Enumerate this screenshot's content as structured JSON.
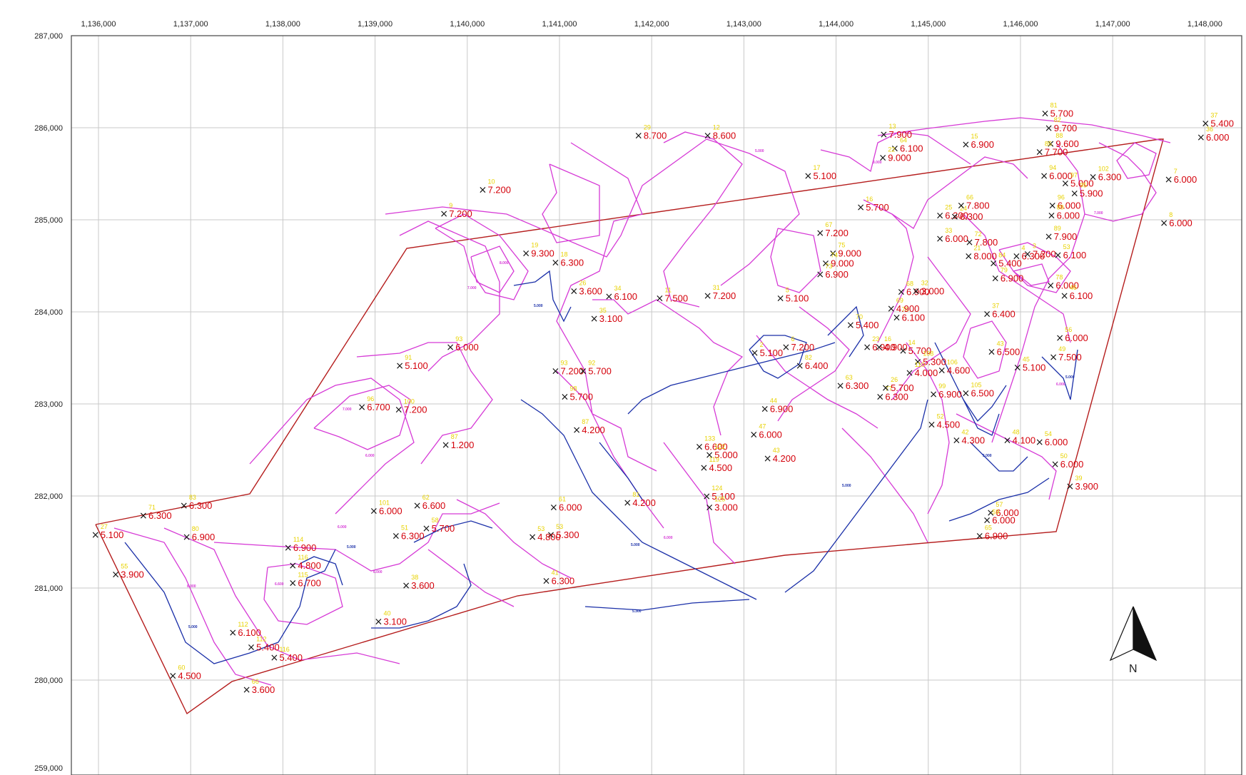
{
  "map": {
    "x_ticks": [
      "1,136,000",
      "1,137,000",
      "1,138,000",
      "1,139,000",
      "1,140,000",
      "1,141,000",
      "1,142,000",
      "1,143,000",
      "1,144,000",
      "1,145,000",
      "1,146,000",
      "1,147,000",
      "1,148,000"
    ],
    "y_ticks": [
      "287,000",
      "286,000",
      "285,000",
      "284,000",
      "283,000",
      "282,000",
      "281,000",
      "280,000",
      "259,000"
    ],
    "north_label": "N",
    "colors": {
      "grid": "#c9c9c9",
      "boundary": "#b51d1d",
      "contour_high": "#d63ad6",
      "contour_low": "#1a2fa8",
      "value": "#d4000a",
      "point_id": "#e8d200",
      "marker": "#111111"
    }
  },
  "chart_data": {
    "type": "scatter",
    "x_ticks": [
      1136000,
      1137000,
      1138000,
      1139000,
      1140000,
      1141000,
      1142000,
      1143000,
      1144000,
      1145000,
      1146000,
      1147000,
      1148000
    ],
    "points": [
      {
        "x": 1135960,
        "y": 281580,
        "label": "5.100",
        "id": "27"
      },
      {
        "x": 1136180,
        "y": 281150,
        "label": "3.900",
        "id": "55"
      },
      {
        "x": 1136480,
        "y": 281790,
        "label": "6.300",
        "id": "71"
      },
      {
        "x": 1136920,
        "y": 281900,
        "label": "6.300",
        "id": "83"
      },
      {
        "x": 1136950,
        "y": 281560,
        "label": "6.900",
        "id": "80"
      },
      {
        "x": 1136800,
        "y": 280050,
        "label": "4.500",
        "id": "60"
      },
      {
        "x": 1137600,
        "y": 279900,
        "label": "3.600",
        "id": "66"
      },
      {
        "x": 1137450,
        "y": 280520,
        "label": "6.100",
        "id": "112"
      },
      {
        "x": 1137650,
        "y": 280360,
        "label": "5.400",
        "id": "112"
      },
      {
        "x": 1137900,
        "y": 280250,
        "label": "5.400",
        "id": "116"
      },
      {
        "x": 1138050,
        "y": 281440,
        "label": "6.900",
        "id": "114"
      },
      {
        "x": 1138100,
        "y": 281250,
        "label": "4.800",
        "id": "116"
      },
      {
        "x": 1138100,
        "y": 281060,
        "label": "6.700",
        "id": "115"
      },
      {
        "x": 1138980,
        "y": 281840,
        "label": "6.000",
        "id": "101"
      },
      {
        "x": 1139220,
        "y": 281570,
        "label": "6.300",
        "id": "51"
      },
      {
        "x": 1139450,
        "y": 281900,
        "label": "6.600",
        "id": "62"
      },
      {
        "x": 1139550,
        "y": 281650,
        "label": "5.700",
        "id": "58"
      },
      {
        "x": 1139330,
        "y": 281030,
        "label": "3.600",
        "id": "38"
      },
      {
        "x": 1139030,
        "y": 280640,
        "label": "3.100",
        "id": "40"
      },
      {
        "x": 1138850,
        "y": 282970,
        "label": "6.700",
        "id": "96"
      },
      {
        "x": 1139250,
        "y": 282940,
        "label": "7.200",
        "id": "100"
      },
      {
        "x": 1139260,
        "y": 283420,
        "label": "5.100",
        "id": "91"
      },
      {
        "x": 1139760,
        "y": 282560,
        "label": "1.200",
        "id": "87"
      },
      {
        "x": 1139810,
        "y": 283620,
        "label": "6.000",
        "id": "93"
      },
      {
        "x": 1139740,
        "y": 285070,
        "label": "7.200",
        "id": "9"
      },
      {
        "x": 1140160,
        "y": 285330,
        "label": "7.200",
        "id": "10"
      },
      {
        "x": 1140630,
        "y": 284640,
        "label": "9.300",
        "id": "19"
      },
      {
        "x": 1140950,
        "y": 284540,
        "label": "6.300",
        "id": "18"
      },
      {
        "x": 1141150,
        "y": 284230,
        "label": "3.600",
        "id": "26"
      },
      {
        "x": 1141530,
        "y": 284170,
        "label": "6.100",
        "id": "34"
      },
      {
        "x": 1141370,
        "y": 283930,
        "label": "3.100",
        "id": "35"
      },
      {
        "x": 1140950,
        "y": 283360,
        "label": "7.200",
        "id": "93"
      },
      {
        "x": 1141250,
        "y": 283360,
        "label": "5.700",
        "id": "92"
      },
      {
        "x": 1141050,
        "y": 283080,
        "label": "5.700",
        "id": "98"
      },
      {
        "x": 1141180,
        "y": 282720,
        "label": "4.200",
        "id": "87"
      },
      {
        "x": 1140930,
        "y": 281880,
        "label": "6.000",
        "id": "61"
      },
      {
        "x": 1140900,
        "y": 281580,
        "label": "5.300",
        "id": "53"
      },
      {
        "x": 1140700,
        "y": 281560,
        "label": "4.800",
        "id": "53"
      },
      {
        "x": 1140850,
        "y": 281080,
        "label": "6.300",
        "id": "41"
      },
      {
        "x": 1141730,
        "y": 281930,
        "label": "4.200",
        "id": "81"
      },
      {
        "x": 1142080,
        "y": 284150,
        "label": "7.500",
        "id": "11"
      },
      {
        "x": 1141850,
        "y": 285920,
        "label": "8.700",
        "id": "29"
      },
      {
        "x": 1142600,
        "y": 285920,
        "label": "8.600",
        "id": "12"
      },
      {
        "x": 1142600,
        "y": 284180,
        "label": "7.200",
        "id": "31"
      },
      {
        "x": 1142510,
        "y": 282540,
        "label": "6.600",
        "id": "133"
      },
      {
        "x": 1142620,
        "y": 282450,
        "label": "5.000",
        "id": "122"
      },
      {
        "x": 1142560,
        "y": 282310,
        "label": "4.500",
        "id": "119"
      },
      {
        "x": 1142590,
        "y": 282000,
        "label": "5.100",
        "id": "124"
      },
      {
        "x": 1142620,
        "y": 281880,
        "label": "3.000",
        "id": "125"
      },
      {
        "x": 1143100,
        "y": 282670,
        "label": "6.000",
        "id": "47"
      },
      {
        "x": 1143250,
        "y": 282410,
        "label": "4.200",
        "id": "43"
      },
      {
        "x": 1143220,
        "y": 282950,
        "label": "6.900",
        "id": "44"
      },
      {
        "x": 1143110,
        "y": 283560,
        "label": "5.100",
        "id": "2"
      },
      {
        "x": 1143450,
        "y": 283620,
        "label": "7.200",
        "id": "6"
      },
      {
        "x": 1143600,
        "y": 283420,
        "label": "6.400",
        "id": "82"
      },
      {
        "x": 1143390,
        "y": 284150,
        "label": "5.100",
        "id": "5"
      },
      {
        "x": 1143690,
        "y": 285480,
        "label": "5.100",
        "id": "17"
      },
      {
        "x": 1143820,
        "y": 284860,
        "label": "7.200",
        "id": "67"
      },
      {
        "x": 1143960,
        "y": 284640,
        "label": "9.000",
        "id": "75"
      },
      {
        "x": 1143880,
        "y": 284530,
        "label": "9.000",
        "id": "74"
      },
      {
        "x": 1143820,
        "y": 284410,
        "label": "6.900",
        "id": "73"
      },
      {
        "x": 1144040,
        "y": 283200,
        "label": "6.300",
        "id": "63"
      },
      {
        "x": 1144150,
        "y": 283860,
        "label": "5.400",
        "id": "70"
      },
      {
        "x": 1144330,
        "y": 283620,
        "label": "6.900",
        "id": "23"
      },
      {
        "x": 1144460,
        "y": 283620,
        "label": "4.900",
        "id": "16"
      },
      {
        "x": 1144720,
        "y": 283580,
        "label": "5.700",
        "id": "14"
      },
      {
        "x": 1144470,
        "y": 283080,
        "label": "6.300",
        "id": "77"
      },
      {
        "x": 1144530,
        "y": 283180,
        "label": "5.700",
        "id": "26"
      },
      {
        "x": 1144650,
        "y": 283940,
        "label": "6.100",
        "id": "76"
      },
      {
        "x": 1144700,
        "y": 284220,
        "label": "6.900",
        "id": "68"
      },
      {
        "x": 1144860,
        "y": 284230,
        "label": "3.000",
        "id": "32"
      },
      {
        "x": 1144590,
        "y": 284040,
        "label": "4.900",
        "id": "69"
      },
      {
        "x": 1144260,
        "y": 285140,
        "label": "5.700",
        "id": "16"
      },
      {
        "x": 1144510,
        "y": 285930,
        "label": "7.900",
        "id": "13"
      },
      {
        "x": 1144630,
        "y": 285780,
        "label": "6.100",
        "id": "64"
      },
      {
        "x": 1144500,
        "y": 285680,
        "label": "9.000",
        "id": "22"
      },
      {
        "x": 1144880,
        "y": 283460,
        "label": "5.300",
        "id": "108"
      },
      {
        "x": 1144790,
        "y": 283340,
        "label": "4.000",
        "id": "110"
      },
      {
        "x": 1145140,
        "y": 283370,
        "label": "4.600",
        "id": "106"
      },
      {
        "x": 1145050,
        "y": 283110,
        "label": "6.900",
        "id": "99"
      },
      {
        "x": 1145400,
        "y": 283120,
        "label": "6.500",
        "id": "105"
      },
      {
        "x": 1145030,
        "y": 282780,
        "label": "4.500",
        "id": "52"
      },
      {
        "x": 1145300,
        "y": 282610,
        "label": "4.300",
        "id": "42"
      },
      {
        "x": 1145850,
        "y": 282610,
        "label": "4.100",
        "id": "48"
      },
      {
        "x": 1146200,
        "y": 282590,
        "label": "6.000",
        "id": "54"
      },
      {
        "x": 1145120,
        "y": 285050,
        "label": "6.300",
        "id": "25"
      },
      {
        "x": 1145280,
        "y": 285040,
        "label": "6.300",
        "id": "24"
      },
      {
        "x": 1145350,
        "y": 285160,
        "label": "7.800",
        "id": "66"
      },
      {
        "x": 1145120,
        "y": 284800,
        "label": "6.000",
        "id": "33"
      },
      {
        "x": 1145440,
        "y": 284760,
        "label": "7.800",
        "id": "72"
      },
      {
        "x": 1145430,
        "y": 284610,
        "label": "8.000",
        "id": "21"
      },
      {
        "x": 1145400,
        "y": 285820,
        "label": "6.900",
        "id": "15"
      },
      {
        "x": 1145700,
        "y": 284530,
        "label": "5.400",
        "id": "84"
      },
      {
        "x": 1145950,
        "y": 284610,
        "label": "6.300",
        "id": "4"
      },
      {
        "x": 1146070,
        "y": 284630,
        "label": "7.200",
        "id": "3"
      },
      {
        "x": 1145720,
        "y": 284370,
        "label": "6.900",
        "id": "79"
      },
      {
        "x": 1145630,
        "y": 283980,
        "label": "6.400",
        "id": "37"
      },
      {
        "x": 1145680,
        "y": 283570,
        "label": "6.500",
        "id": "43"
      },
      {
        "x": 1145960,
        "y": 283400,
        "label": "5.100",
        "id": "45"
      },
      {
        "x": 1146350,
        "y": 283510,
        "label": "7.500",
        "id": "49"
      },
      {
        "x": 1146420,
        "y": 283720,
        "label": "6.000",
        "id": "56"
      },
      {
        "x": 1146320,
        "y": 284290,
        "label": "6.000",
        "id": "78"
      },
      {
        "x": 1146470,
        "y": 284180,
        "label": "6.100",
        "id": "46"
      },
      {
        "x": 1146300,
        "y": 284820,
        "label": "7.900",
        "id": "89"
      },
      {
        "x": 1146400,
        "y": 284620,
        "label": "6.100",
        "id": "53"
      },
      {
        "x": 1146370,
        "y": 282350,
        "label": "6.000",
        "id": "50"
      },
      {
        "x": 1146530,
        "y": 282110,
        "label": "3.900",
        "id": "39"
      },
      {
        "x": 1145670,
        "y": 281820,
        "label": "6.000",
        "id": "57"
      },
      {
        "x": 1145630,
        "y": 281740,
        "label": "6.000",
        "id": "59"
      },
      {
        "x": 1145550,
        "y": 281570,
        "label": "6.900",
        "id": "65"
      },
      {
        "x": 1146260,
        "y": 286160,
        "label": "5.700",
        "id": "81"
      },
      {
        "x": 1146300,
        "y": 286000,
        "label": "9.700",
        "id": "82"
      },
      {
        "x": 1146320,
        "y": 285830,
        "label": "9.600",
        "id": "88"
      },
      {
        "x": 1146200,
        "y": 285740,
        "label": "7.700",
        "id": "85"
      },
      {
        "x": 1146250,
        "y": 285480,
        "label": "6.000",
        "id": "94"
      },
      {
        "x": 1146480,
        "y": 285400,
        "label": "5.000",
        "id": "97"
      },
      {
        "x": 1146580,
        "y": 285290,
        "label": "5.900",
        "id": "95"
      },
      {
        "x": 1146780,
        "y": 285470,
        "label": "6.300",
        "id": "102"
      },
      {
        "x": 1146340,
        "y": 285160,
        "label": "6.000",
        "id": "96"
      },
      {
        "x": 1146330,
        "y": 285050,
        "label": "6.000",
        "id": "89"
      },
      {
        "x": 1147600,
        "y": 285440,
        "label": "6.000",
        "id": "7"
      },
      {
        "x": 1147550,
        "y": 284970,
        "label": "6.000",
        "id": "8"
      },
      {
        "x": 1148000,
        "y": 286050,
        "label": "5.400",
        "id": "37"
      },
      {
        "x": 1147950,
        "y": 285900,
        "label": "6.000",
        "id": "36"
      }
    ]
  }
}
